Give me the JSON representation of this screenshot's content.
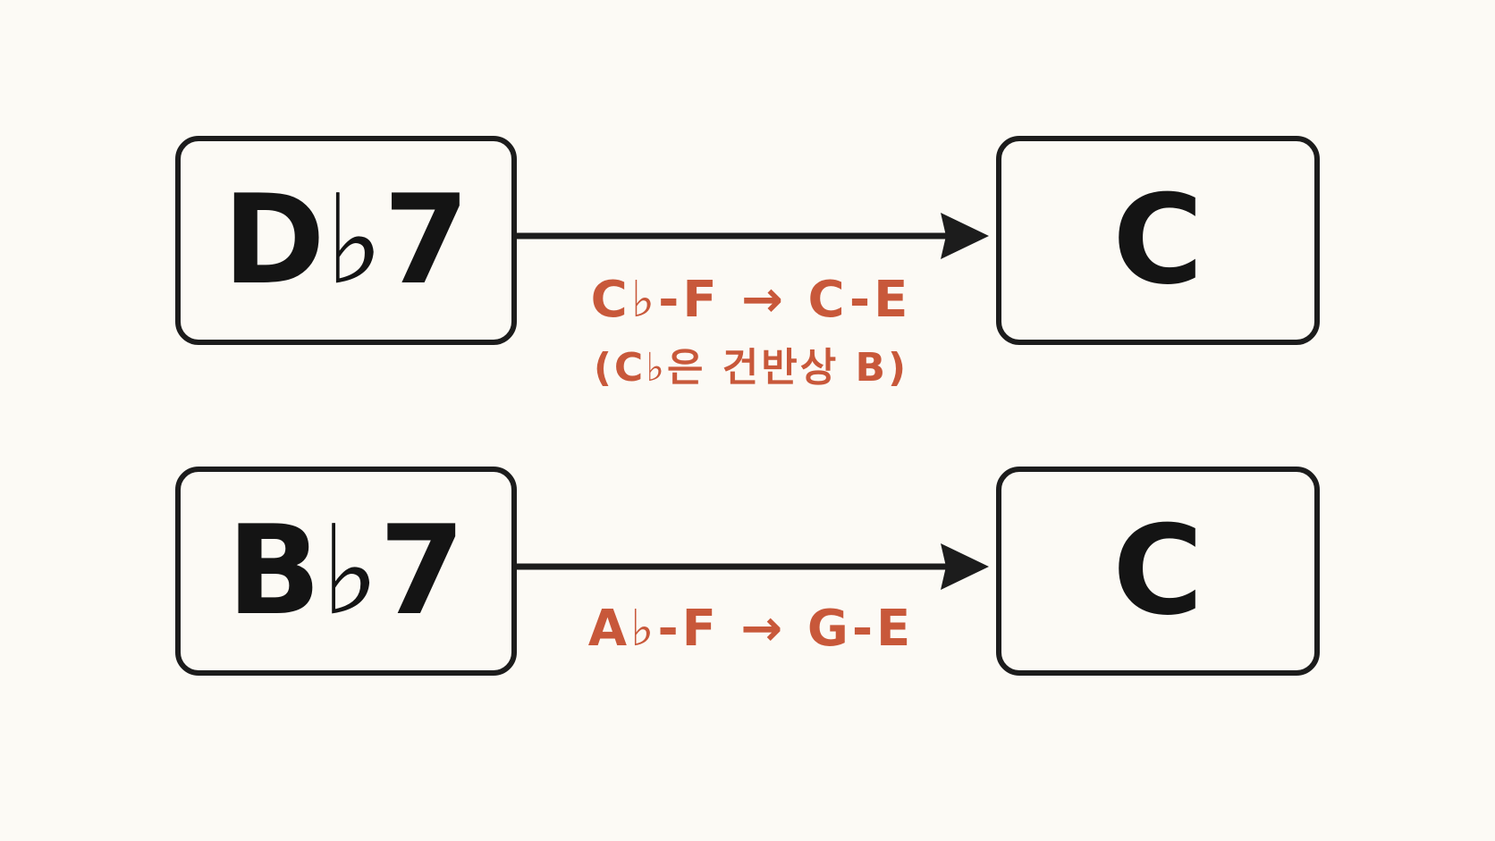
{
  "colors": {
    "background": "#fcfaf5",
    "box_border": "#1c1c1c",
    "chord_text": "#141414",
    "annotation": "#c8583a"
  },
  "rows": [
    {
      "source_chord": "D♭7",
      "target_chord": "C",
      "resolution": "C♭-F → C-E",
      "note": "(C♭은 건반상 B)"
    },
    {
      "source_chord": "B♭7",
      "target_chord": "C",
      "resolution": "A♭-F → G-E"
    }
  ]
}
